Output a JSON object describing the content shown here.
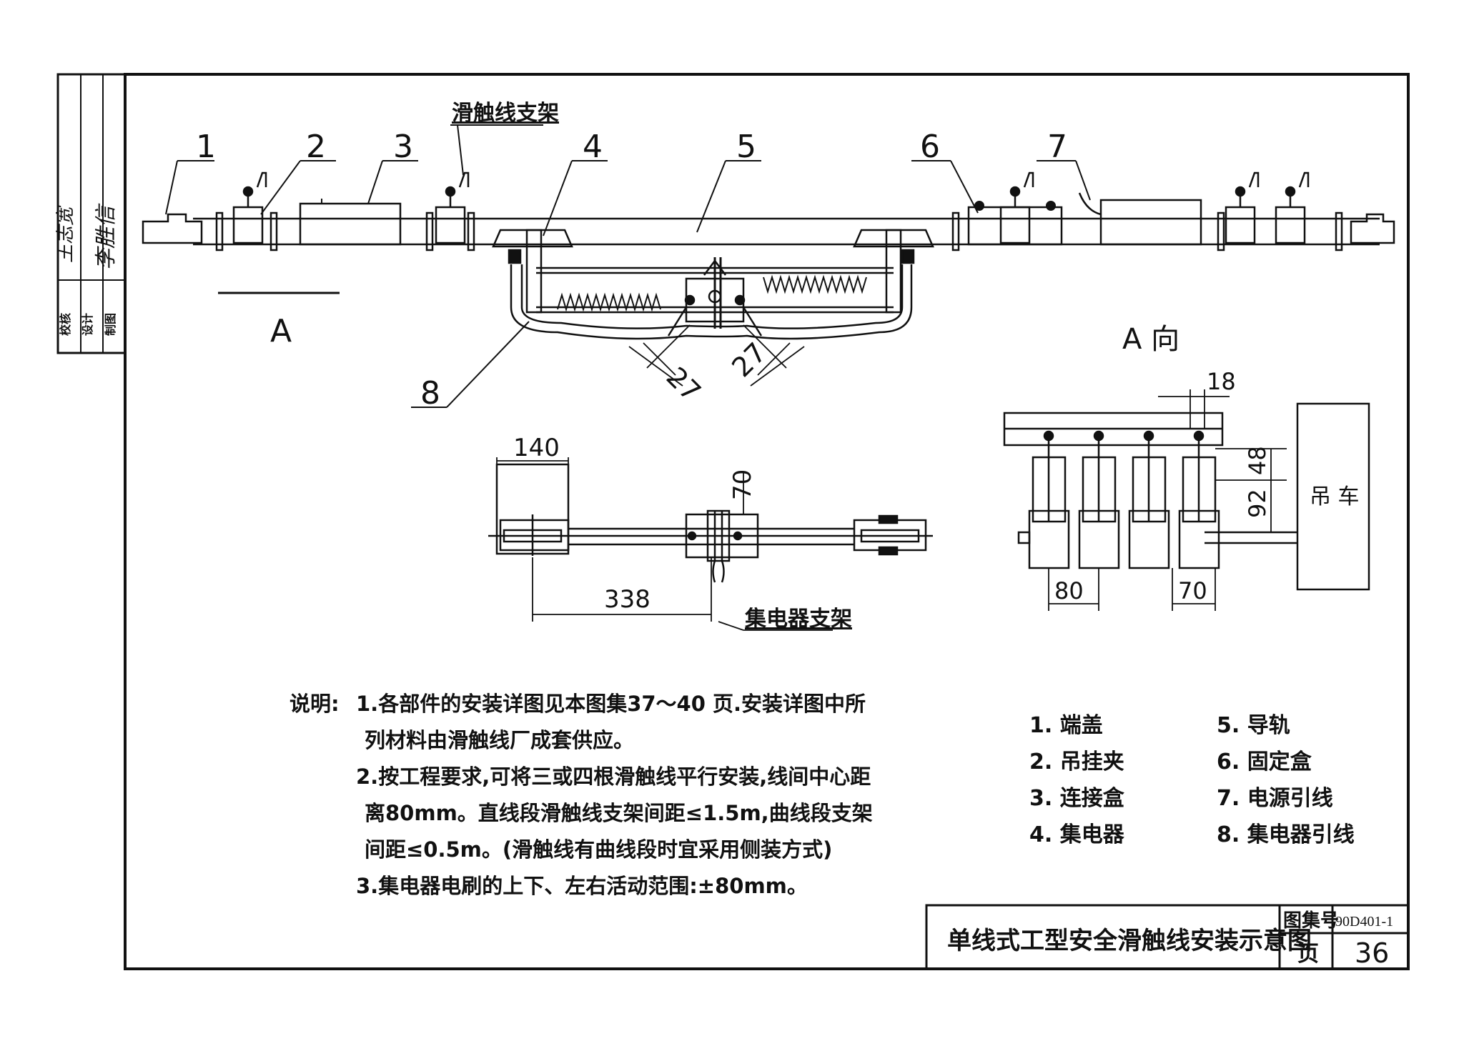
{
  "sidebar": {
    "roles": [
      "校核",
      "设计",
      "制图"
    ],
    "signatures": [
      "王志宽",
      "李胜信"
    ]
  },
  "main": {
    "top_labels": {
      "bracket": "滑触线支架",
      "n1": "1",
      "n2": "2",
      "n3": "3",
      "n4": "4",
      "n5": "5",
      "n6": "6",
      "n7": "7",
      "n8": "8"
    },
    "view_arrow": "A",
    "view_a_title": "A 向",
    "dims": {
      "angle_left": "27",
      "angle_right": "27",
      "d140": "140",
      "d70_mid": "70",
      "d338": "338",
      "d18": "18",
      "d48": "48",
      "d92": "92",
      "d80": "80",
      "d70_right": "70"
    },
    "collector_bracket": "集电器支架",
    "crane": "吊 车"
  },
  "notes": {
    "label": "说明:",
    "lines": [
      "1.各部件的安装详图见本图集37～40 页.安装详图中所",
      "列材料由滑触线厂成套供应。",
      "2.按工程要求,可将三或四根滑触线平行安装,线间中心距",
      "离80mm。直线段滑触线支架间距≤1.5m,曲线段支架",
      "间距≤0.5m。(滑触线有曲线段时宜采用侧装方式)",
      "3.集电器电刷的上下、左右活动范围:±80mm。"
    ]
  },
  "legend": {
    "left": [
      "1. 端盖",
      "2. 吊挂夹",
      "3. 连接盒",
      "4. 集电器"
    ],
    "right": [
      "5. 导轨",
      "6. 固定盒",
      "7. 电源引线",
      "8. 集电器引线"
    ]
  },
  "title_block": {
    "title": "单线式工型安全滑触线安装示意图",
    "atlas_label": "图集号",
    "atlas_no": "90D401-1",
    "page_label": "页",
    "page_no": "36"
  }
}
